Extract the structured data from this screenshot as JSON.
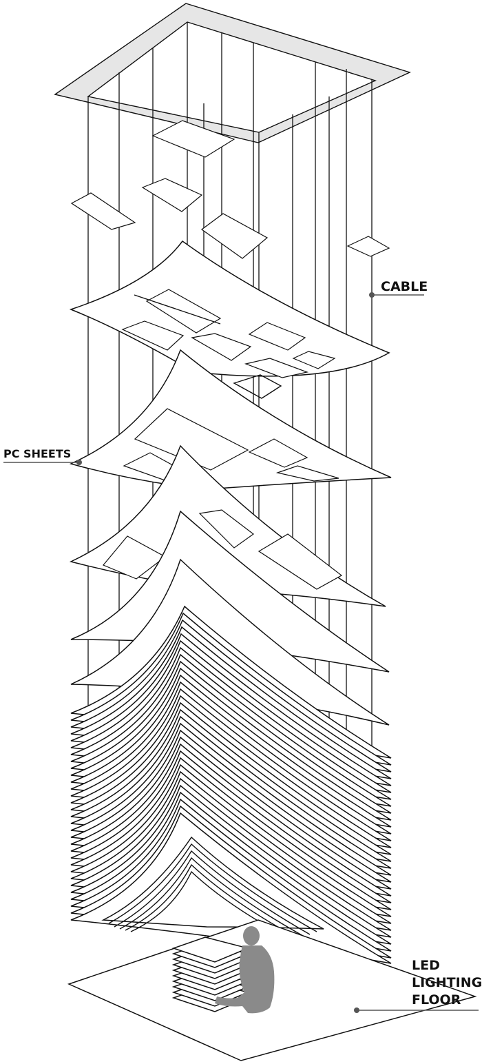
{
  "labels": {
    "cable": "CABLE",
    "pc_sheets": "PC SHEETS",
    "led_line1": "LED",
    "led_line2": "LIGHTING",
    "led_line3": "FLOOR"
  },
  "colors": {
    "line": "#111111",
    "frame_fill": "#e6e6e6",
    "leader": "#555555",
    "figure": "#8a8a8a"
  }
}
